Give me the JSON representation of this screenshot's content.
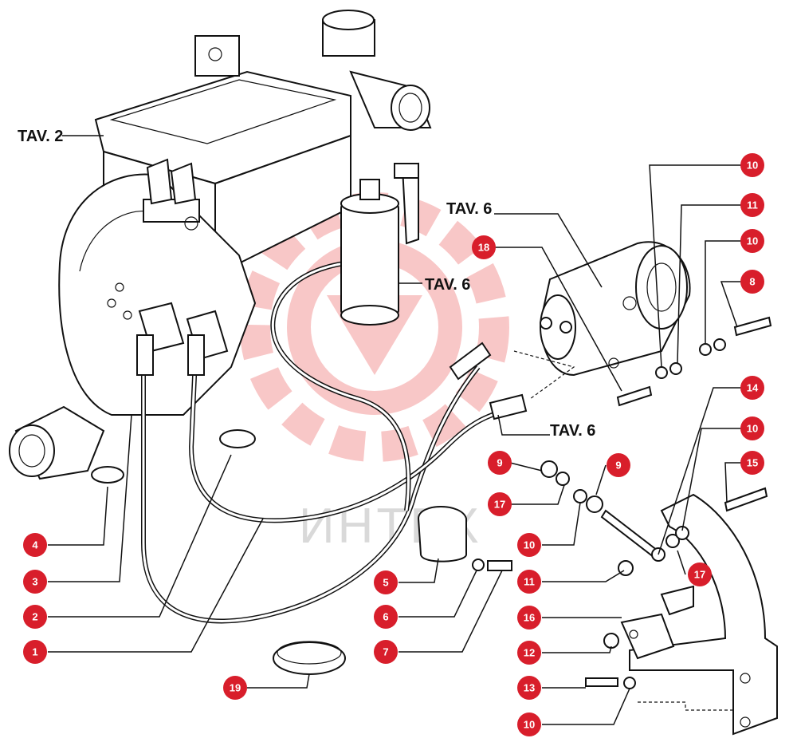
{
  "watermark": {
    "text": "ИНТЕХ",
    "color": "#e8393a"
  },
  "references": [
    {
      "id": "tav2",
      "text": "TAV. 2"
    },
    {
      "id": "tav6_compressor",
      "text": "TAV. 6"
    },
    {
      "id": "tav6_receiver",
      "text": "TAV. 6"
    },
    {
      "id": "tav6_hose",
      "text": "TAV. 6"
    }
  ],
  "callouts": [
    {
      "id": "c1",
      "num": "1"
    },
    {
      "id": "c2",
      "num": "2"
    },
    {
      "id": "c3",
      "num": "3"
    },
    {
      "id": "c4",
      "num": "4"
    },
    {
      "id": "c5",
      "num": "5"
    },
    {
      "id": "c6",
      "num": "6"
    },
    {
      "id": "c7",
      "num": "7"
    },
    {
      "id": "c8",
      "num": "8"
    },
    {
      "id": "c9a",
      "num": "9"
    },
    {
      "id": "c9b",
      "num": "9"
    },
    {
      "id": "c10a",
      "num": "10"
    },
    {
      "id": "c10b",
      "num": "10"
    },
    {
      "id": "c10c",
      "num": "10"
    },
    {
      "id": "c10d",
      "num": "10"
    },
    {
      "id": "c10e",
      "num": "10"
    },
    {
      "id": "c11a",
      "num": "11"
    },
    {
      "id": "c11b",
      "num": "11"
    },
    {
      "id": "c12",
      "num": "12"
    },
    {
      "id": "c13",
      "num": "13"
    },
    {
      "id": "c14",
      "num": "14"
    },
    {
      "id": "c15",
      "num": "15"
    },
    {
      "id": "c16",
      "num": "16"
    },
    {
      "id": "c17a",
      "num": "17"
    },
    {
      "id": "c17b",
      "num": "17"
    },
    {
      "id": "c18",
      "num": "18"
    },
    {
      "id": "c19",
      "num": "19"
    }
  ],
  "colors": {
    "callout": "#d81e2b",
    "ink": "#111111"
  }
}
